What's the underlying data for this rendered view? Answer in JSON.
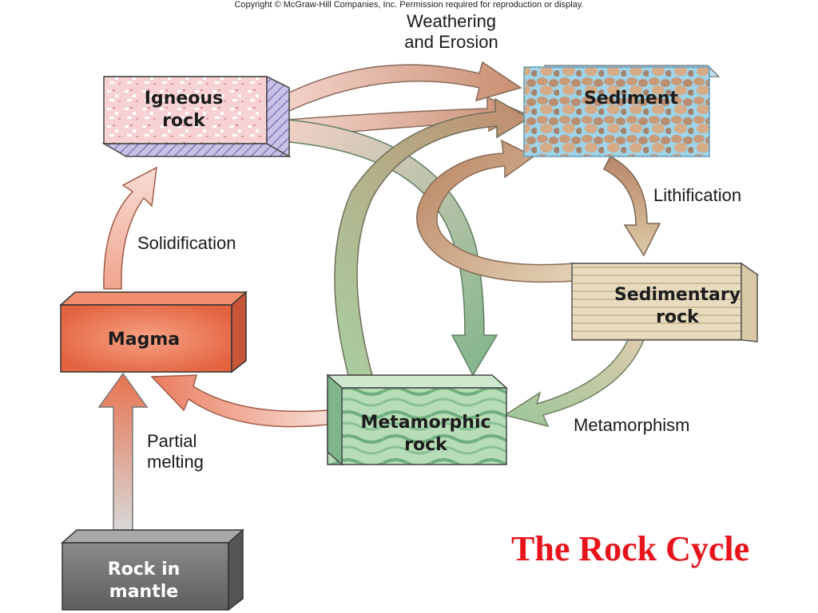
{
  "copyright": "Copyright © McGraw-Hill Companies, Inc. Permission required for reproduction or display.",
  "title": "The Rock Cycle",
  "processes": {
    "weathering": "Weathering\nand Erosion",
    "lithification": "Lithification",
    "solidification": "Solidification",
    "partial_melting": "Partial\nmelting",
    "metamorphism": "Metamorphism"
  },
  "blocks": {
    "igneous": "Igneous\nrock",
    "sediment": "Sediment",
    "sedimentary": "Sedimentary\nrock",
    "magma": "Magma",
    "metamorphic": "Metamorphic\nrock",
    "mantle": "Rock in\nmantle"
  },
  "colors": {
    "title": "#e8141b",
    "magma": "#e8734f",
    "igneous": "#f3c6c8",
    "sediment": "#c89a74",
    "sedimentary": "#e4d6b6",
    "metamorphic": "#8fc49a",
    "mantle": "#6f6f6f"
  }
}
